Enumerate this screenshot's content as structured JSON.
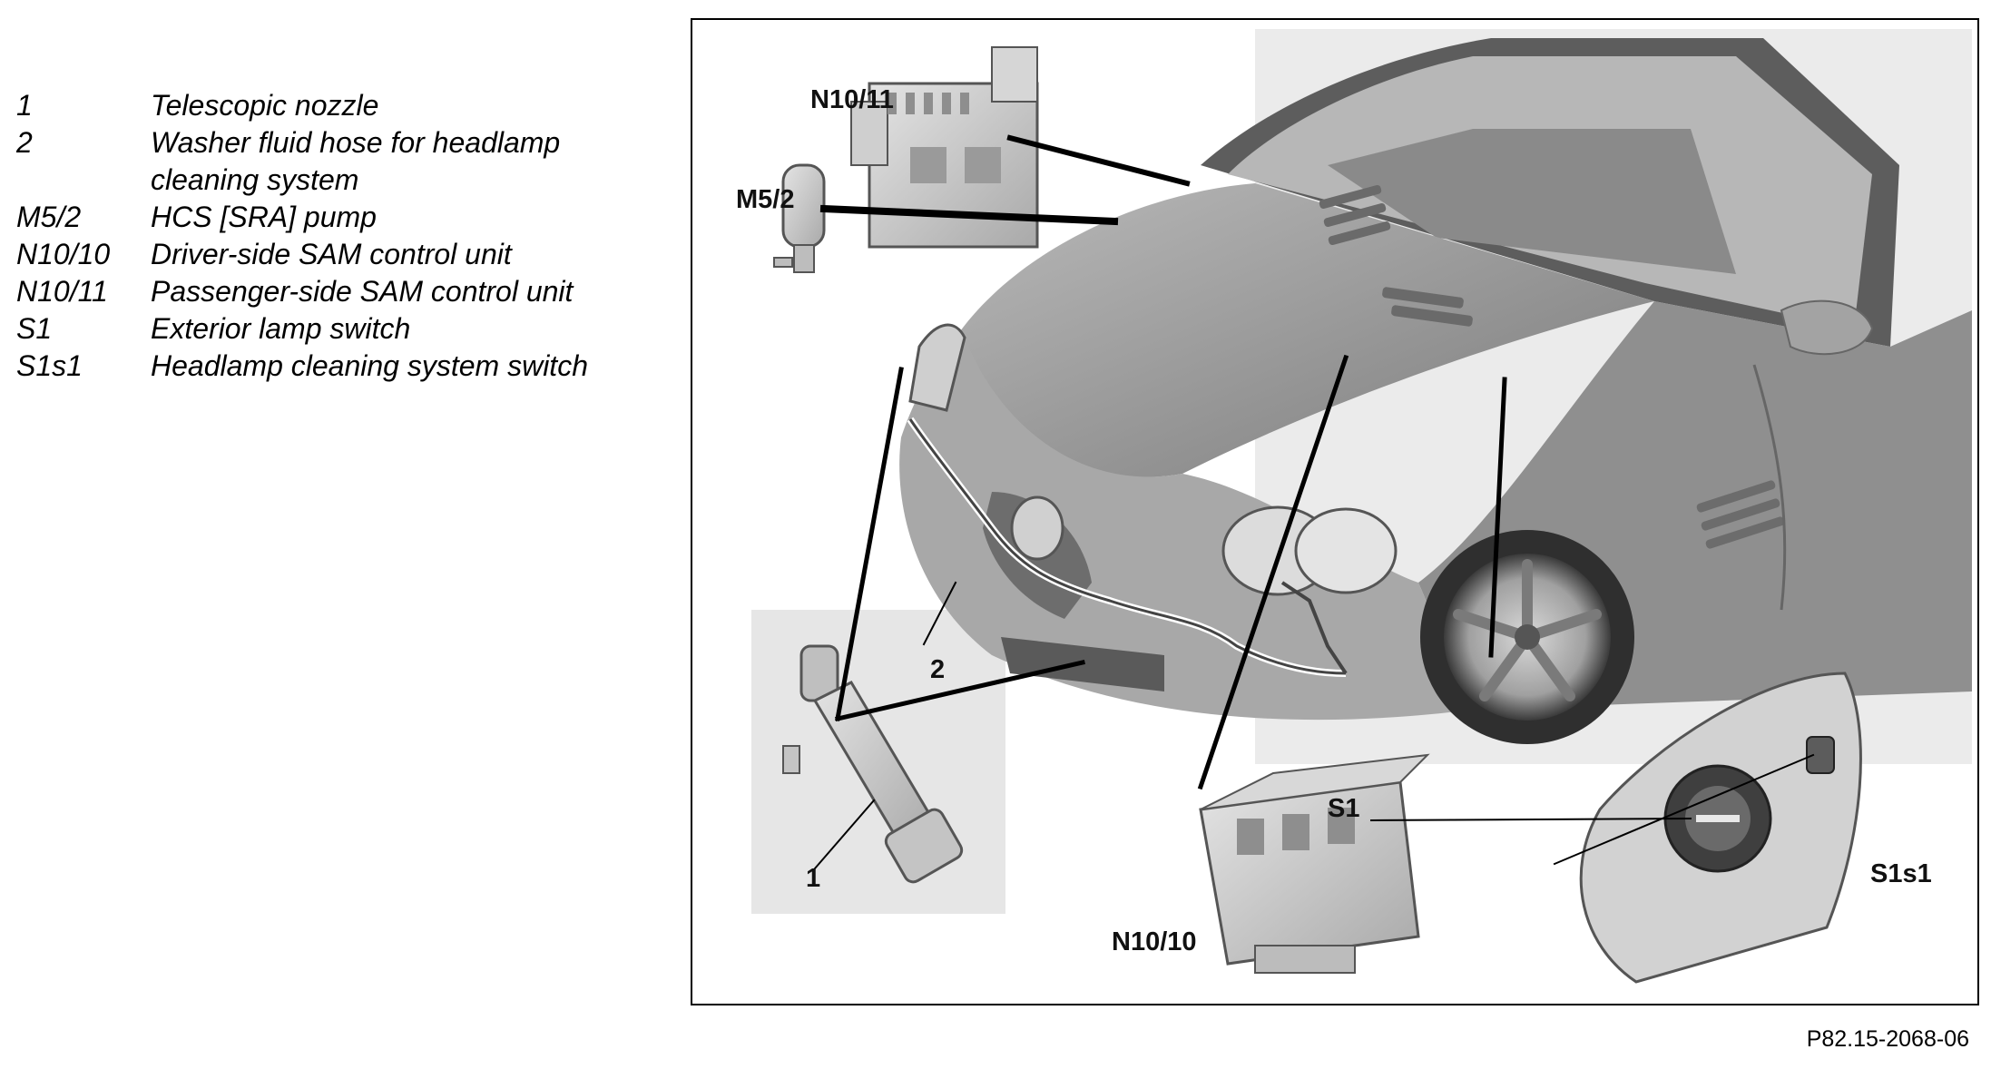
{
  "legend": [
    {
      "key": "1",
      "text": "Telescopic nozzle"
    },
    {
      "key": "2",
      "text": "Washer fluid hose for headlamp cleaning system"
    },
    {
      "key": "M5/2",
      "text": "HCS [SRA] pump"
    },
    {
      "key": "N10/10",
      "text": "Driver-side SAM control unit"
    },
    {
      "key": "N10/11",
      "text": "Passenger-side SAM control unit"
    },
    {
      "key": "S1",
      "text": "Exterior lamp switch"
    },
    {
      "key": "S1s1",
      "text": "Headlamp cleaning system switch"
    }
  ],
  "callouts": {
    "n10_11": "N10/11",
    "m5_2": "M5/2",
    "two": "2",
    "one": "1",
    "n10_10": "N10/10",
    "s1": "S1",
    "s1s1": "S1s1"
  },
  "figure_code": "P82.15-2068-06"
}
